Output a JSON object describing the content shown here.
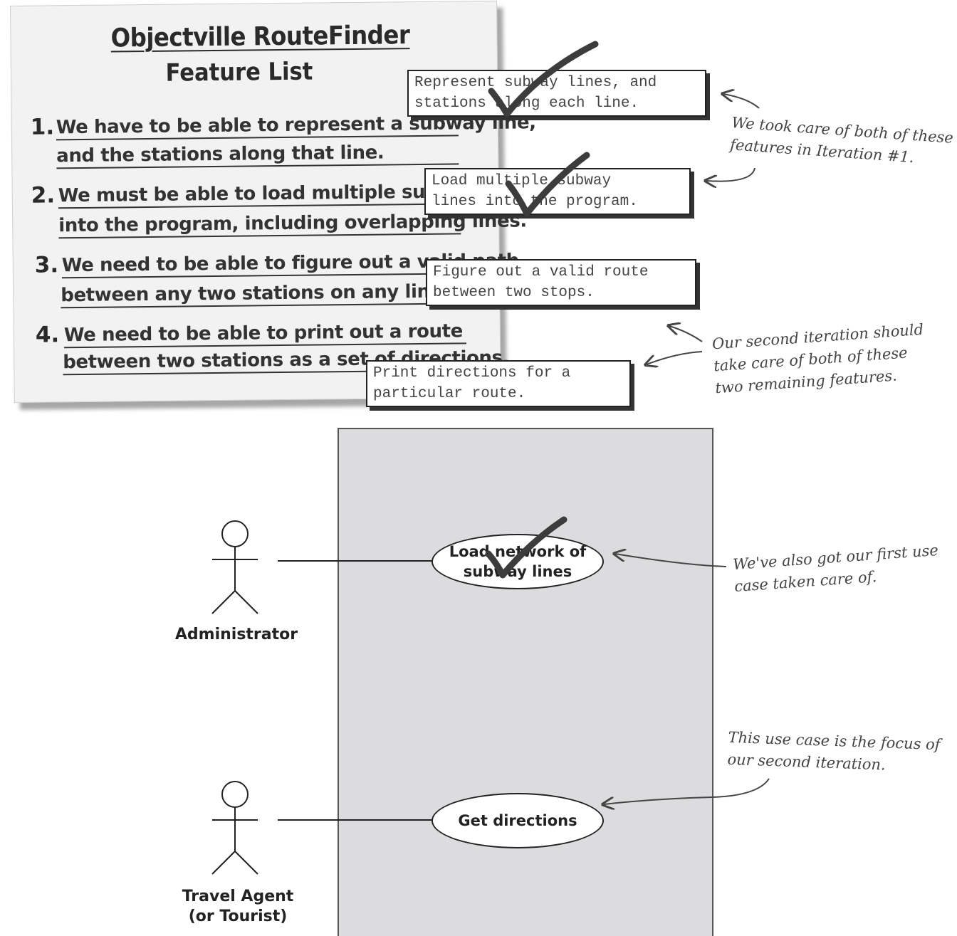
{
  "feature_list": {
    "title": "Objectville RouteFinder",
    "subtitle": "Feature List",
    "items": [
      {
        "number": "1.",
        "line1": "We have to be able to represent a subway line,",
        "line2": "and the stations along that line."
      },
      {
        "number": "2.",
        "line1": "We must be able to load multiple subway lines",
        "line2": "into the program, including overlapping lines."
      },
      {
        "number": "3.",
        "line1": "We need to be able to figure out a valid path",
        "line2": "between any two stations on any lines."
      },
      {
        "number": "4.",
        "line1": "We need to be able to print out a route",
        "line2": "between two stations as a set of directions."
      }
    ]
  },
  "notes": [
    {
      "line1": "Represent subway lines, and",
      "line2": "stations along each line.",
      "checked": true
    },
    {
      "line1": "Load multiple subway",
      "line2": "lines into the program.",
      "checked": true
    },
    {
      "line1": "Figure out a valid route",
      "line2": "between two stops.",
      "checked": false
    },
    {
      "line1": "Print directions for a",
      "line2": "particular route.",
      "checked": false
    }
  ],
  "annotations": {
    "iteration1": {
      "line1": "We took care of both of these",
      "line2": "features in Iteration #1."
    },
    "iteration2": {
      "line1": "Our second iteration should",
      "line2": "take care of both of these",
      "line3": "two remaining features."
    },
    "first_use_case": {
      "line1": "We've also got our first use",
      "line2": "case taken care of."
    },
    "focus": {
      "line1": "This use case is the focus of",
      "line2": "our second iteration."
    }
  },
  "use_case_diagram": {
    "actors": [
      {
        "line1": "Administrator",
        "line2": ""
      },
      {
        "line1": "Travel Agent",
        "line2": "(or Tourist)"
      }
    ],
    "use_cases": [
      {
        "line1": "Load network of",
        "line2": "subway lines",
        "checked": true
      },
      {
        "line1": "Get directions",
        "line2": "",
        "checked": false
      }
    ]
  }
}
